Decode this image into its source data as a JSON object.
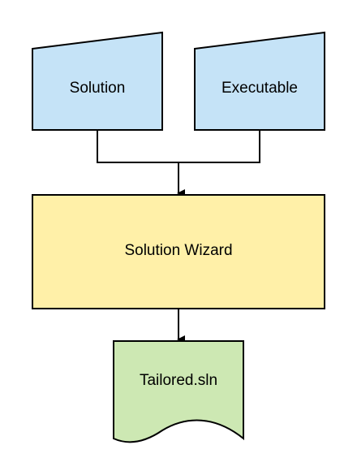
{
  "nodes": {
    "solution": {
      "label": "Solution",
      "fill": "#c5e3f7"
    },
    "executable": {
      "label": "Executable",
      "fill": "#c5e3f7"
    },
    "wizard": {
      "label": "Solution Wizard",
      "fill": "#fff0a8"
    },
    "output": {
      "label": "Tailored.sln",
      "fill": "#cde8b3"
    }
  },
  "colors": {
    "stroke": "#000000",
    "background": "#ffffff"
  },
  "shapes": {
    "solution": "manual-input",
    "executable": "manual-input",
    "wizard": "process",
    "output": "document"
  }
}
